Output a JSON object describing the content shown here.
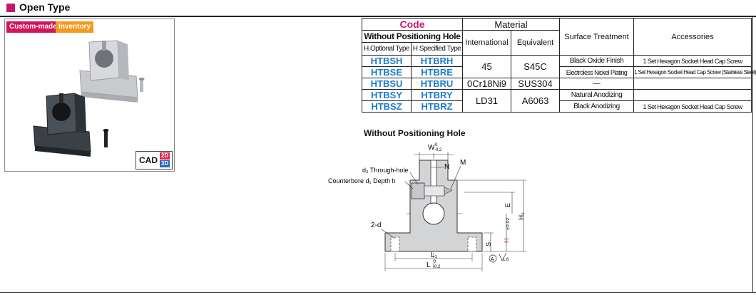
{
  "header": {
    "title": "Open Type"
  },
  "product": {
    "badges": {
      "custom_made": "Custom-made",
      "inventory": "Inventory"
    },
    "cad": {
      "label": "CAD",
      "two_d": "2D",
      "three_d": "3D"
    }
  },
  "table": {
    "header": {
      "code": "Code",
      "material": "Material",
      "without_positioning_hole": "Without Positioning Hole",
      "h_optional": "H Optional Type",
      "h_specified": "H Specified Type",
      "international": "International",
      "equivalent": "Equivalent",
      "surface_treatment": "Surface Treatment",
      "accessories": "Accessories"
    },
    "rows": [
      {
        "opt": "HTBSH",
        "spec": "HTBRH",
        "surface": "Black Oxide Finish",
        "acc": "1 Set Hexagon Socket Head Cap Screw"
      },
      {
        "opt": "HTBSE",
        "spec": "HTBRE",
        "surface": "Electroless Nickel Plating",
        "acc": "1 Set Hexagon Socket Head Cap Screw (Stainless Steel)"
      },
      {
        "opt": "HTBSU",
        "spec": "HTBRU",
        "international": "0Cr18Ni9",
        "equivalent": "SUS304",
        "surface": "—"
      },
      {
        "opt": "HTBSY",
        "spec": "HTBRY",
        "surface": "Natural Anodizing"
      },
      {
        "opt": "HTBSZ",
        "spec": "HTBRZ",
        "surface": "Black Anodizing",
        "acc": "1 Set Hexagon Socket Head Cap Screw"
      }
    ],
    "materials": {
      "steel_intl": "45",
      "steel_equiv": "S45C",
      "al_intl": "LD31",
      "al_equiv": "A6063"
    }
  },
  "diagram": {
    "title": "Without Positioning Hole",
    "labels": {
      "w": "W",
      "w_tol_top": "0",
      "w_tol_bot": "-0.2",
      "n": "N",
      "m": "M",
      "d2": "d₂ Through-hole",
      "counterbore": "Counterbore d₁ Depth h",
      "two_d": "2-d",
      "e": "E",
      "h1": "H₁",
      "h": "H",
      "h_tol": "±0.02",
      "s": "S",
      "l1": "L₁",
      "l": "L",
      "l_tol_top": "0",
      "l_tol_bot": "-0.2",
      "datum": "A",
      "rough": "1.6"
    }
  }
}
